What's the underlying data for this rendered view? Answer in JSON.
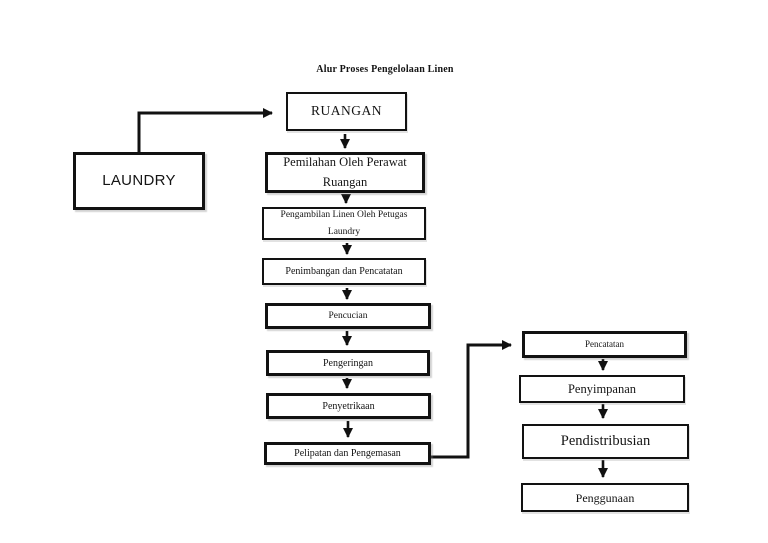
{
  "title": "Alur Proses Pengelolaan Linen",
  "colors": {
    "background": "#ffffff",
    "line": "#111111",
    "box_border": "#121212",
    "text": "#141414"
  },
  "nodes": {
    "laundry": {
      "label": "LAUNDRY"
    },
    "ruangan": {
      "label": "RUANGAN"
    },
    "pemilahan": {
      "label": "Pemilahan Oleh Perawat Ruangan"
    },
    "pengambilan": {
      "label": "Pengambilan Linen Oleh Petugas Laundry"
    },
    "penimbangan": {
      "label": "Penimbangan dan Pencatatan"
    },
    "pencucian": {
      "label": "Pencucian"
    },
    "pengeringan": {
      "label": "Pengeringan"
    },
    "penyetrikaan": {
      "label": "Penyetrikaan"
    },
    "pelipatan": {
      "label": "Pelipatan dan Pengemasan"
    },
    "pencatatan": {
      "label": "Pencatatan"
    },
    "penyimpanan": {
      "label": "Penyimpanan"
    },
    "pendistribusian": {
      "label": "Pendistribusian"
    },
    "penggunaan": {
      "label": "Penggunaan"
    }
  },
  "flow": {
    "main_sequence": [
      "RUANGAN",
      "Pemilahan Oleh Perawat Ruangan",
      "Pengambilan Linen Oleh Petugas Laundry",
      "Penimbangan dan Pencatatan",
      "Pencucian",
      "Pengeringan",
      "Penyetrikaan",
      "Pelipatan dan Pengemasan"
    ],
    "right_sequence": [
      "Pencatatan",
      "Penyimpanan",
      "Pendistribusian",
      "Penggunaan"
    ],
    "side_links": [
      "LAUNDRY -> RUANGAN",
      "Pelipatan dan Pengemasan -> Pencatatan"
    ]
  }
}
